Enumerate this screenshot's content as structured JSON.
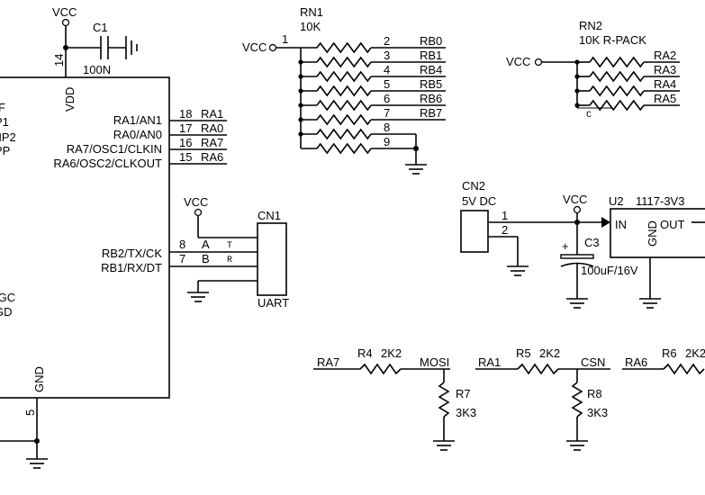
{
  "mcu": {
    "left_partial": [
      "F",
      "P1",
      "MP2",
      "PP",
      "/GC",
      "GD"
    ],
    "vcc": "VCC",
    "vdd_pin": "14",
    "vdd_label": "VDD",
    "gnd_label": "GND",
    "gnd_pin": "5",
    "pins_right": [
      {
        "num": "18",
        "name": "RA1/AN1",
        "net": "RA1"
      },
      {
        "num": "17",
        "name": "RA0/AN0",
        "net": "RA0"
      },
      {
        "num": "16",
        "name": "RA7/OSC1/CLKIN",
        "net": "RA7"
      },
      {
        "num": "15",
        "name": "RA6/OSC2/CLKOUT",
        "net": "RA6"
      }
    ],
    "uart_pins": [
      {
        "num": "8",
        "name": "RB2/TX/CK",
        "sig": "A"
      },
      {
        "num": "7",
        "name": "RB1/RX/DT",
        "sig": "B"
      }
    ]
  },
  "c1": {
    "ref": "C1",
    "value": "100N"
  },
  "rn1": {
    "ref": "RN1",
    "value": "10K",
    "vcc": "VCC",
    "common_pin": "1",
    "pins": [
      {
        "num": "2",
        "net": "RB0"
      },
      {
        "num": "3",
        "net": "RB1"
      },
      {
        "num": "4",
        "net": "RB4"
      },
      {
        "num": "5",
        "net": "RB5"
      },
      {
        "num": "6",
        "net": "RB6"
      },
      {
        "num": "7",
        "net": "RB7"
      },
      {
        "num": "8",
        "net": ""
      },
      {
        "num": "9",
        "net": ""
      }
    ]
  },
  "rn2": {
    "ref": "RN2",
    "value": "10K R-PACK",
    "vcc": "VCC",
    "common": "C",
    "nets": [
      "RA2",
      "RA3",
      "RA4",
      "RA5"
    ]
  },
  "cn1": {
    "ref": "CN1",
    "name": "UART",
    "vcc": "VCC",
    "pin_tags": [
      "T",
      "R"
    ]
  },
  "cn2": {
    "ref": "CN2",
    "value": "5V DC",
    "pins": [
      "1",
      "2"
    ]
  },
  "c3": {
    "ref": "C3",
    "value": "100uF/16V",
    "polarity": "+"
  },
  "u2": {
    "ref": "U2",
    "value": "1117-3V3",
    "in": "IN",
    "out": "OUT",
    "gnd": "GND",
    "vcc": "VCC"
  },
  "r4": {
    "left_net": "RA7",
    "ref": "R4",
    "value": "2K2",
    "right_net": "MOSI"
  },
  "r7": {
    "ref": "R7",
    "value": "3K3"
  },
  "r5": {
    "left_net": "RA1",
    "ref": "R5",
    "value": "2K2",
    "right_net": "CSN"
  },
  "r8": {
    "ref": "R8",
    "value": "3K3"
  },
  "r6": {
    "left_net": "RA6",
    "ref": "R6",
    "value": "2K2"
  }
}
